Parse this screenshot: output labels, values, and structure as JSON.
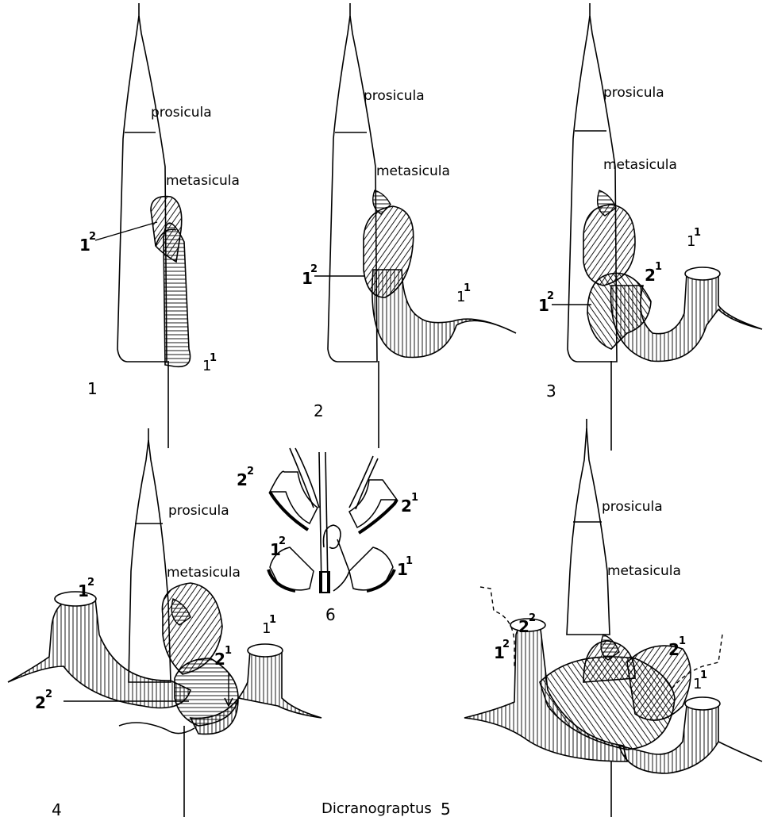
{
  "caption": "Dicranograptus",
  "figures": [
    {
      "number": "1",
      "labels": {
        "prosicula": "prosicula",
        "metasicula": "metasicula"
      },
      "thecae": [
        "1",
        "1"
      ]
    },
    {
      "number": "2",
      "labels": {
        "prosicula": "prosicula",
        "metasicula": "metasicula"
      }
    },
    {
      "number": "3",
      "labels": {
        "prosicula": "prosicula",
        "metasicula": "metasicula"
      }
    },
    {
      "number": "4",
      "labels": {
        "prosicula": "prosicula",
        "metasicula": "metasicula"
      }
    },
    {
      "number": "5",
      "labels": {
        "prosicula": "prosicula",
        "metasicula": "metasicula"
      }
    },
    {
      "number": "6"
    }
  ],
  "theca_labels": {
    "base1": "1",
    "base2": "2",
    "sup1": "1",
    "sup2": "2"
  }
}
